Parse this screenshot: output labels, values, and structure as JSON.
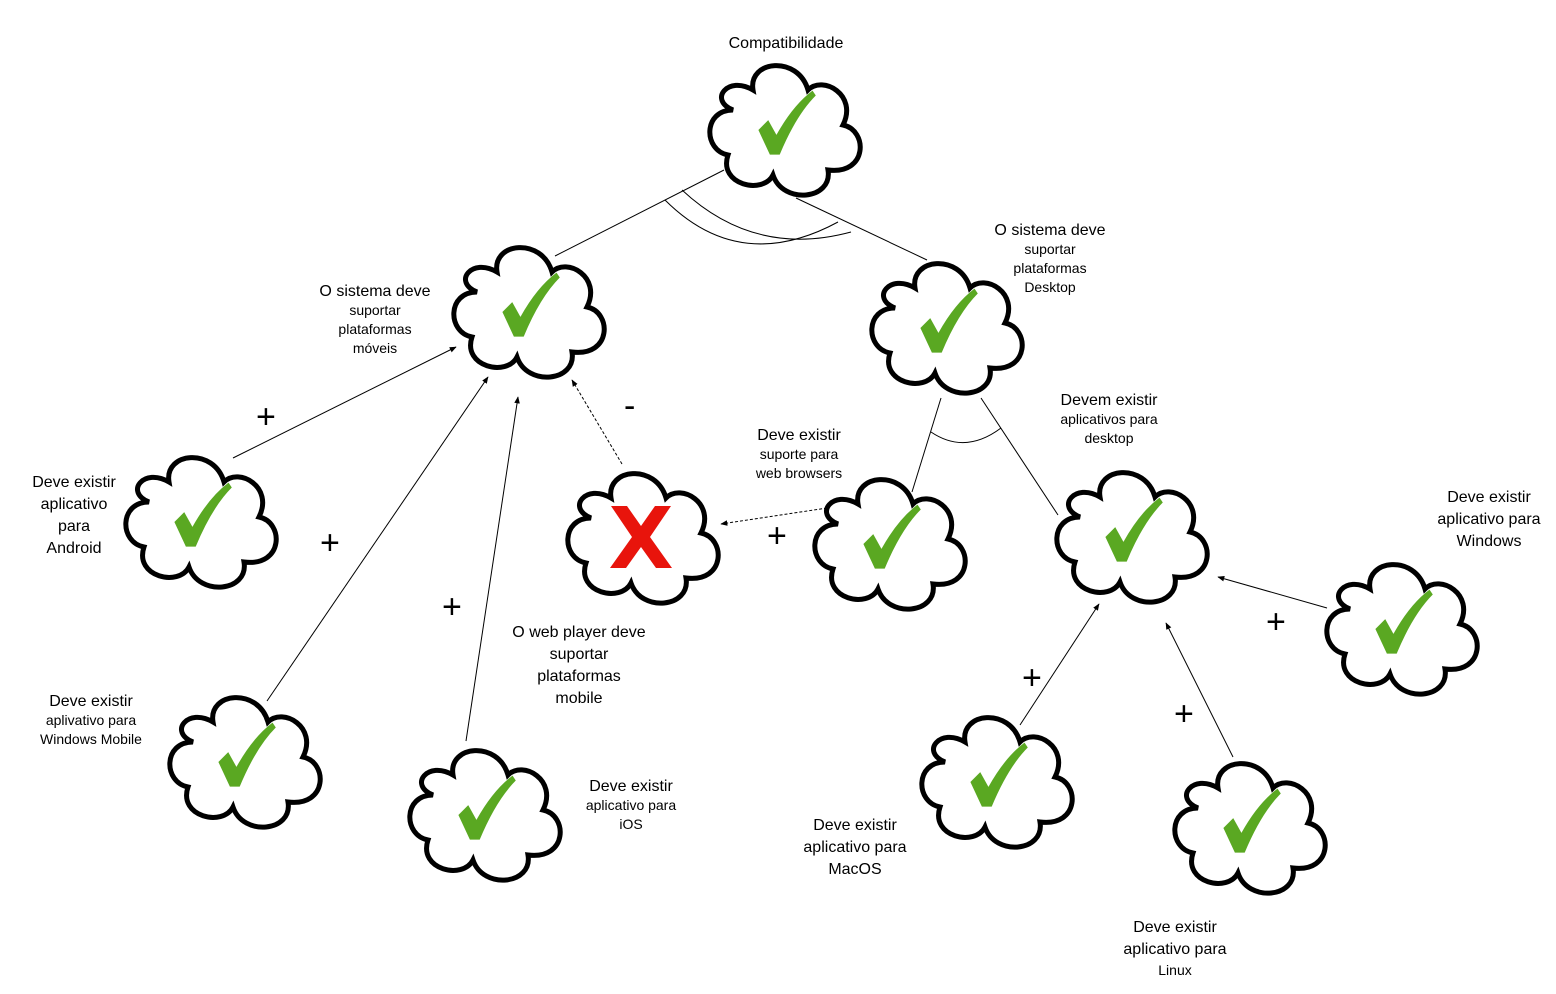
{
  "colors": {
    "check": "#5aa822",
    "cross": "#e8140c",
    "outline": "#000000"
  },
  "nodes": {
    "root": {
      "label": "Compatibilidade",
      "status": "satisfied",
      "icon": "check-icon"
    },
    "mobile": {
      "label_1": "O sistema deve",
      "label_2": "suportar",
      "label_3": "plataformas",
      "label_4": "móveis",
      "status": "satisfied",
      "icon": "check-icon"
    },
    "desktop": {
      "label_1": "O sistema deve",
      "label_2": "suportar",
      "label_3": "plataformas",
      "label_4": "Desktop",
      "status": "satisfied",
      "icon": "check-icon"
    },
    "android": {
      "label_1": "Deve existir",
      "label_2": "aplicativo",
      "label_3": "para",
      "label_4": "Android",
      "status": "satisfied",
      "icon": "check-icon"
    },
    "winmobile": {
      "label_1": "Deve existir",
      "label_2": "aplivativo para",
      "label_3": "Windows Mobile",
      "status": "satisfied",
      "icon": "check-icon"
    },
    "ios": {
      "label_1": "Deve existir",
      "label_2": "aplicativo para",
      "label_3": "iOS",
      "status": "satisfied",
      "icon": "check-icon"
    },
    "webplayer": {
      "label_1": "O web player deve",
      "label_2": "suportar",
      "label_3": "plataformas",
      "label_4": "mobile",
      "status": "denied",
      "icon": "cross-icon"
    },
    "webbrowsers": {
      "label_1": "Deve existir",
      "label_2": "suporte para",
      "label_3": "web browsers",
      "status": "satisfied",
      "icon": "check-icon"
    },
    "desktopapps": {
      "label_1": "Devem existir",
      "label_2": "aplicativos para",
      "label_3": "desktop",
      "status": "satisfied",
      "icon": "check-icon"
    },
    "windows": {
      "label_1": "Deve existir",
      "label_2": "aplicativo para",
      "label_3": "Windows",
      "status": "satisfied",
      "icon": "check-icon"
    },
    "macos": {
      "label_1": "Deve existir",
      "label_2": "aplicativo para",
      "label_3": "MacOS",
      "status": "satisfied",
      "icon": "check-icon"
    },
    "linux": {
      "label_1": "Deve existir",
      "label_2": "aplicativo para",
      "label_3": "Linux",
      "status": "satisfied",
      "icon": "check-icon"
    }
  },
  "contributions": {
    "android_mobile": "+",
    "winmobile_mobile": "+",
    "ios_mobile": "+",
    "webplayer_mobile": "-",
    "webbrowsers_webplayer": "+",
    "windows_desktopapps": "+",
    "macos_desktopapps": "+",
    "linux_desktopapps": "+"
  }
}
